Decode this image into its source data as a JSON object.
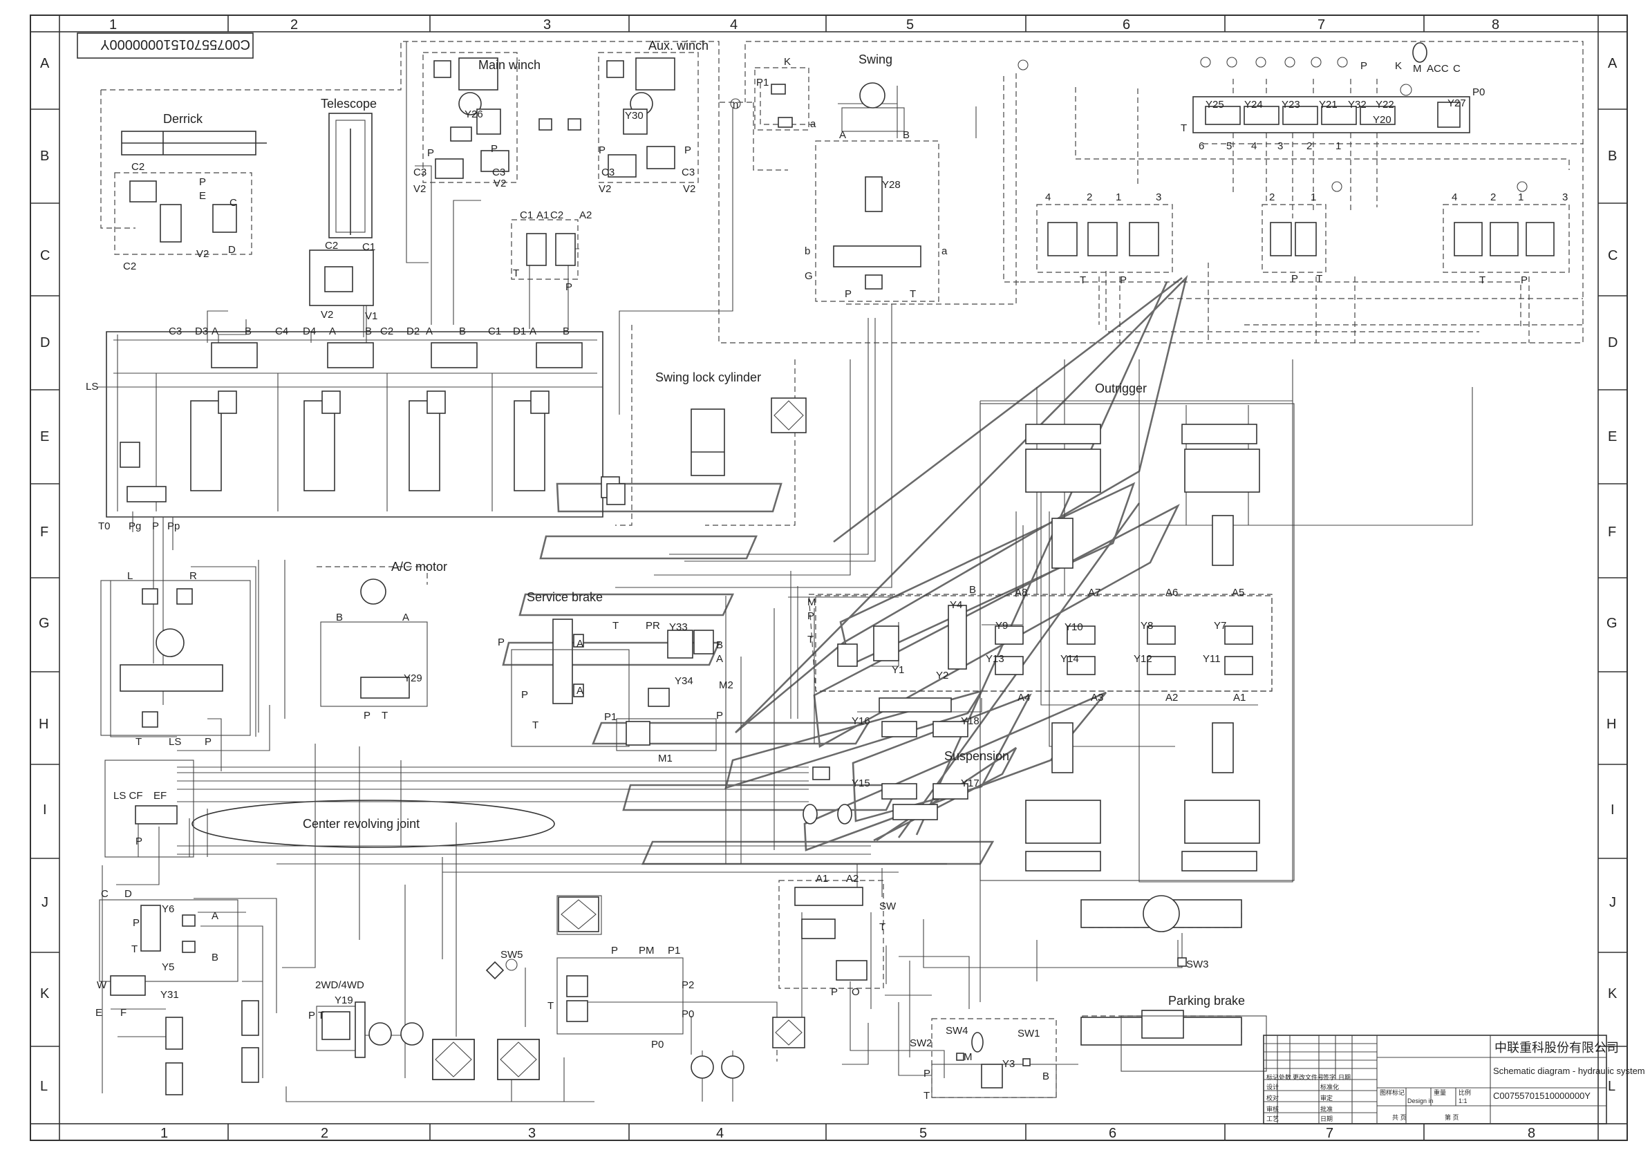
{
  "drawing_number_rotated": "C00755701510000000Y",
  "grid": {
    "columns_top": [
      "1",
      "2",
      "3",
      "4",
      "5",
      "6",
      "7",
      "8"
    ],
    "columns_bottom": [
      "1",
      "2",
      "3",
      "4",
      "5",
      "6",
      "7",
      "8"
    ],
    "rows": [
      "A",
      "B",
      "C",
      "D",
      "E",
      "F",
      "G",
      "H",
      "I",
      "J",
      "K",
      "L"
    ]
  },
  "sections": {
    "main_winch": "Main winch",
    "aux_winch": "Aux. winch",
    "swing": "Swing",
    "derrick": "Derrick",
    "telescope": "Telescope",
    "swing_lock": "Swing lock cylinder",
    "outrigger": "Outrigger",
    "ac_motor": "A/C motor",
    "service_brake": "Service brake",
    "suspension": "Suspension",
    "center_joint": "Center revolving joint",
    "parking_brake": "Parking brake",
    "wd": "2WD/4WD"
  },
  "ports": {
    "y26": "Y26",
    "y30": "Y30",
    "y28": "Y28",
    "y25": "Y25",
    "y24": "Y24",
    "y23": "Y23",
    "y21": "Y21",
    "y32": "Y32",
    "y22": "Y22",
    "y20": "Y20",
    "y27": "Y27",
    "y33": "Y33",
    "y34": "Y34",
    "y29": "Y29",
    "y4": "Y4",
    "y2": "Y2",
    "y1": "Y1",
    "y9": "Y9",
    "y10": "Y10",
    "y8": "Y8",
    "y7": "Y7",
    "y13": "Y13",
    "y14": "Y14",
    "y12": "Y12",
    "y11": "Y11",
    "y16": "Y16",
    "y18": "Y18",
    "y15": "Y15",
    "y17": "Y17",
    "y6": "Y6",
    "y5": "Y5",
    "y31": "Y31",
    "y19": "Y19",
    "y3": "Y3",
    "sw1": "SW1",
    "sw2": "SW2",
    "sw3": "SW3",
    "sw4": "SW4",
    "sw5": "SW5",
    "a1": "A1",
    "a2": "A2",
    "a3": "A3",
    "a4": "A4",
    "a5": "A5",
    "a6": "A6",
    "a7": "A7",
    "a8": "A8",
    "ls": "LS",
    "t0": "T0",
    "pg": "Pg",
    "p": "P",
    "pp": "Pp",
    "p0": "P0",
    "p1": "P1",
    "p2": "P2",
    "pm": "PM",
    "pr": "PR",
    "m1": "M1",
    "m2": "M2",
    "acc": "ACC",
    "m": "M",
    "k": "K",
    "c": "C",
    "t": "T",
    "b": "B",
    "a": "A",
    "sw": "SW",
    "g": "G",
    "c1": "C1",
    "c2": "C2",
    "c3": "C3",
    "c4": "C4",
    "d1": "D1",
    "d2": "D2",
    "d3": "D3",
    "d4": "D4",
    "v1": "V1",
    "v2": "V2",
    "e": "E",
    "d": "D",
    "f": "F",
    "l": "L",
    "r": "R",
    "w": "W",
    "o": "O",
    "n": "n",
    "lscf": "LS CF",
    "ef": "EF",
    "n1": "1",
    "n2": "2",
    "n3": "3",
    "n4": "4",
    "n5": "5",
    "n6": "6",
    "lc": "b",
    "la": "a"
  },
  "title_block": {
    "company": "中联重科股份有限公司",
    "title": "Schematic diagram - hydraulic system",
    "doc_number": "C00755701510000000Y",
    "scale": "1:1",
    "design_by": "Design in",
    "row_labels": [
      "设计",
      "校对",
      "审核",
      "工艺",
      "标准化",
      "审定",
      "批准",
      "日期"
    ],
    "header_cells": [
      "标记",
      "处数",
      "更改文件号",
      "签字",
      "日期"
    ],
    "sheet_cells": [
      "图样标记",
      "重量",
      "比例",
      "共 页",
      "第 页"
    ]
  }
}
